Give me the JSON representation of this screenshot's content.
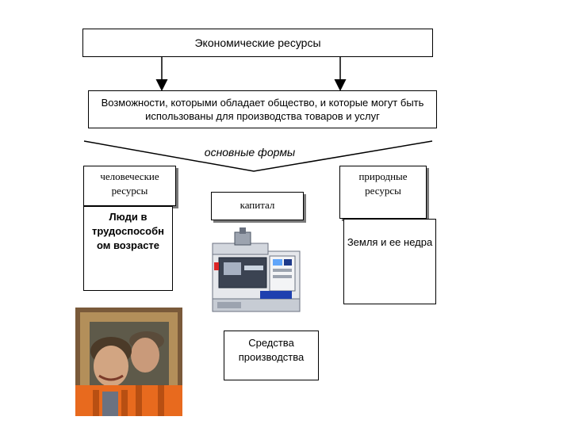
{
  "diagram": {
    "title": "Экономические ресурсы",
    "description": "Возможности, которыми обладает общество, и которые могут быть использованы  для производства товаров и услуг",
    "forms_label": "основные формы",
    "human_resources": "человеческие ресурсы",
    "natural_resources": "природные ресурсы",
    "capital": "капитал",
    "people": "Люди в трудоспособн ом возрасте",
    "earth": "Земля  и ее недра",
    "means_of_production": "Средства производства"
  },
  "colors": {
    "border": "#000000",
    "shadow": "#7a7a7a",
    "overalls": "#e86a1e"
  },
  "images": {
    "machine": "cnc-lathe-machine-image",
    "workers": "workers-photo"
  }
}
